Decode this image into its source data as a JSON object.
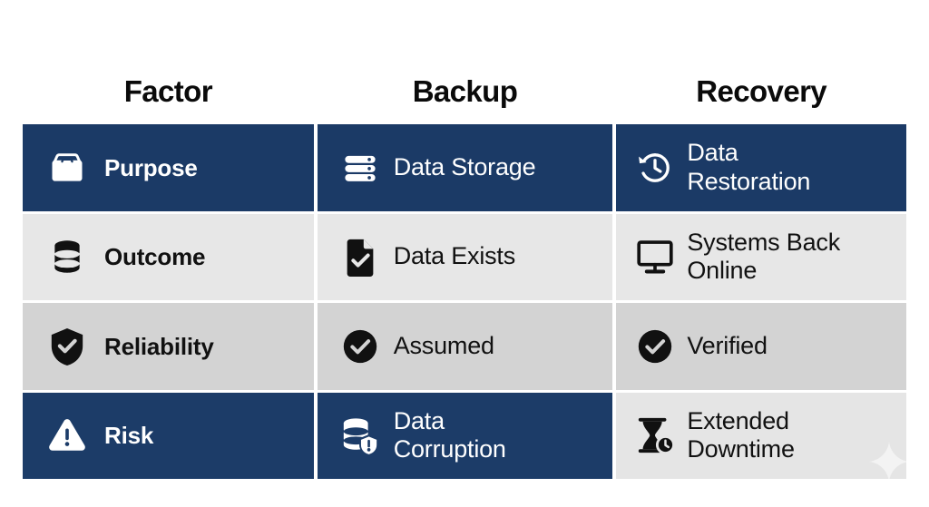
{
  "headers": [
    {
      "label": "Factor"
    },
    {
      "label": "Backup"
    },
    {
      "label": "Recovery"
    }
  ],
  "colors": {
    "navy": "#1b3a66",
    "gray_light": "#e7e7e7",
    "gray_mid": "#d3d3d3",
    "text_dark": "#111111",
    "text_light": "#ffffff",
    "page_background": "#ffffff"
  },
  "rows": [
    {
      "id": "purpose",
      "cells": [
        {
          "icon": "folder-icon",
          "label": "Purpose",
          "style": "navy"
        },
        {
          "icon": "server-rack-icon",
          "label": "Data Storage",
          "style": "navy"
        },
        {
          "icon": "history-clock-icon",
          "label": "Data\nRestoration",
          "style": "navy"
        }
      ]
    },
    {
      "id": "outcome",
      "cells": [
        {
          "icon": "database-icon",
          "label": "Outcome",
          "style": "gray-light"
        },
        {
          "icon": "document-check-icon",
          "label": "Data Exists",
          "style": "gray-light"
        },
        {
          "icon": "monitor-icon",
          "label": "Systems Back\nOnline",
          "style": "gray-light"
        }
      ]
    },
    {
      "id": "reliability",
      "cells": [
        {
          "icon": "shield-check-icon",
          "label": "Reliability",
          "style": "gray-mid"
        },
        {
          "icon": "check-circle-icon",
          "label": "Assumed",
          "style": "gray-mid"
        },
        {
          "icon": "check-circle-icon",
          "label": "Verified",
          "style": "gray-mid"
        }
      ]
    },
    {
      "id": "risk",
      "cells": [
        {
          "icon": "warning-triangle-icon",
          "label": "Risk",
          "style": "navy"
        },
        {
          "icon": "database-warning-icon",
          "label": "Data\nCorruption",
          "style": "navy"
        },
        {
          "icon": "hourglass-clock-icon",
          "label": "Extended\nDowntime",
          "style": "gray-light"
        }
      ]
    }
  ],
  "watermark": {
    "icon": "sparkle-icon"
  }
}
